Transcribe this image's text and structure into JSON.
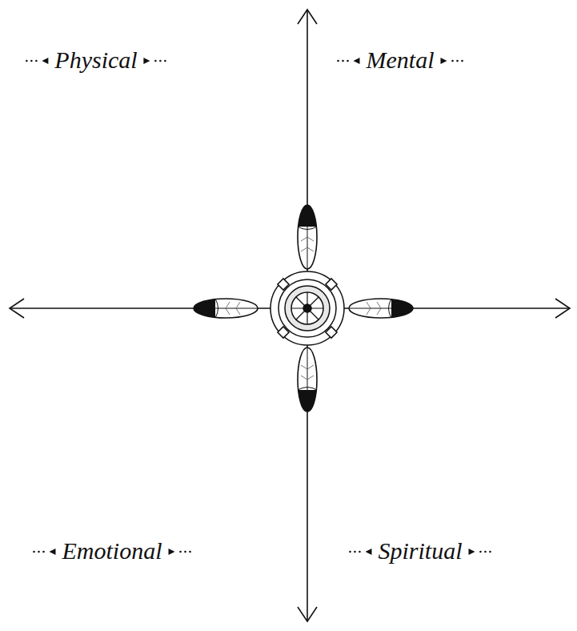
{
  "diagram": {
    "labels": [
      "Physical",
      "Mental",
      "Emotional",
      "Spiritual"
    ]
  }
}
